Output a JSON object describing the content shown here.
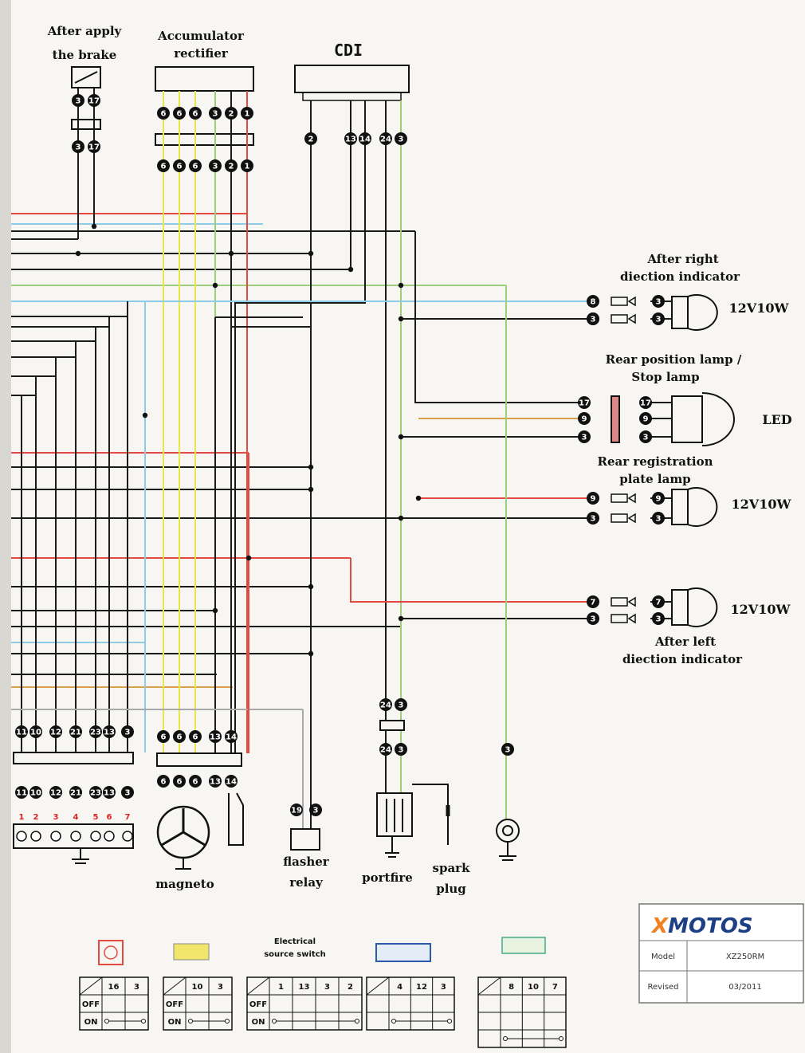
{
  "labels": {
    "brake": [
      "After apply",
      "the brake"
    ],
    "rectifier": [
      "Accumulator",
      "rectifier"
    ],
    "cdi": "CDI",
    "right_ind": [
      "After right",
      "diection indicator"
    ],
    "rear_pos": [
      "Rear position lamp /",
      "Stop lamp"
    ],
    "rear_reg": [
      "Rear registration",
      "plate lamp"
    ],
    "left_ind": [
      "After left",
      "diection indicator"
    ],
    "flasher": [
      "flasher",
      "relay"
    ],
    "magneto": "magneto",
    "portfire": "portfire",
    "spark": [
      "spark",
      "plug"
    ],
    "elec_switch": [
      "Electrical",
      "source switch"
    ]
  },
  "ratings": {
    "right_ind": "12V10W",
    "rear_pos": "LED",
    "rear_reg": "12V10W",
    "left_ind": "12V10W"
  },
  "pins": {
    "brake": [
      "3",
      "17"
    ],
    "rectifier": [
      "6",
      "6",
      "6",
      "3",
      "2",
      "1"
    ],
    "cdi_left": [
      "2"
    ],
    "cdi_right": [
      "13",
      "14",
      "24",
      "3"
    ],
    "right_ind": [
      "8",
      "3"
    ],
    "rear_pos": [
      "17",
      "9",
      "3"
    ],
    "rear_reg": [
      "9",
      "3"
    ],
    "left_ind": [
      "7",
      "3"
    ],
    "ecu_bottom": [
      "11",
      "10",
      "12",
      "21",
      "23",
      "13",
      "3"
    ],
    "ecu_terminals": [
      "1",
      "2",
      "3",
      "4",
      "5",
      "6",
      "7"
    ],
    "magneto": [
      "6",
      "6",
      "6",
      "13",
      "14"
    ],
    "flasher": [
      "19",
      "3"
    ],
    "portfire": [
      "24",
      "3"
    ],
    "ground_pin": "3"
  },
  "legend": {
    "tables": [
      {
        "headers": [
          "16",
          "3"
        ],
        "rows": [
          "OFF",
          "ON"
        ]
      },
      {
        "headers": [
          "10",
          "3"
        ],
        "rows": [
          "OFF",
          "ON"
        ]
      },
      {
        "headers": [
          "1",
          "13",
          "3",
          "2"
        ],
        "rows": [
          "OFF",
          "ON"
        ]
      },
      {
        "headers": [
          "4",
          "12",
          "3"
        ],
        "rows": [
          "",
          ""
        ]
      },
      {
        "headers": [
          "8",
          "10",
          "7"
        ],
        "rows": [
          "",
          "",
          ""
        ]
      }
    ]
  },
  "titleblock": {
    "brand_x": "X",
    "brand_rest": "MOTOS",
    "model_label": "Model",
    "model_value": "XZ250RM",
    "revised_label": "Revised",
    "revised_value": "03/2011"
  },
  "colors": {
    "yellow": "#e9e64a",
    "red": "#e24b42",
    "lightblue": "#8ecbe4",
    "green": "#9ccf7a",
    "gray": "#a8a8a8",
    "orange": "#d9a04a",
    "black": "#1a1a1a"
  }
}
